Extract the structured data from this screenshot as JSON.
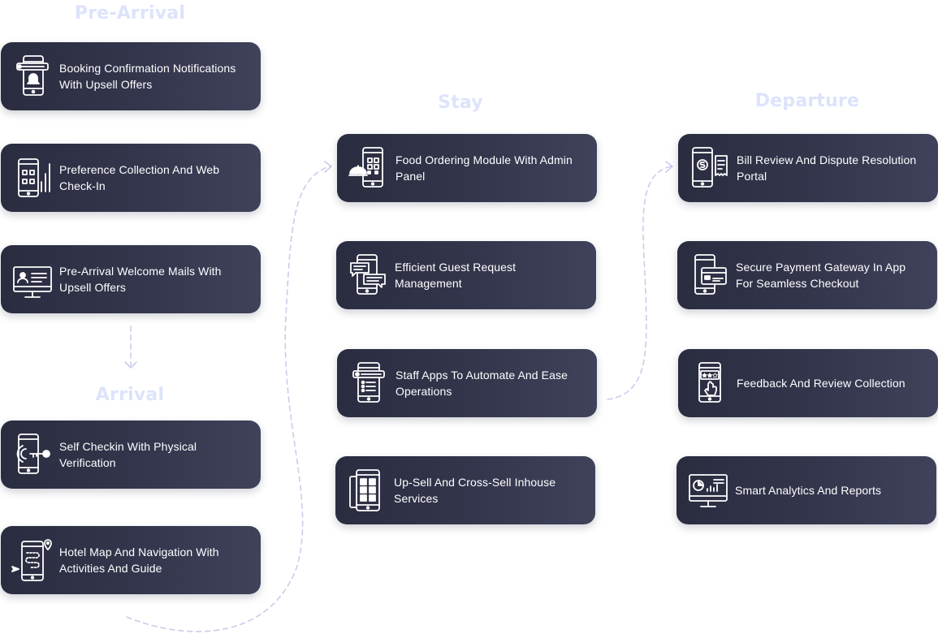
{
  "columns": [
    {
      "heading": "Pre-Arrival",
      "cards": [
        {
          "label": "Booking Confirmation Notifications With Upsell Offers",
          "icon": "phone-notification-icon"
        },
        {
          "label": "Preference Collection And Web Check-In",
          "icon": "phone-preferences-icon"
        },
        {
          "label": "Pre-Arrival Welcome Mails With Upsell Offers",
          "icon": "desktop-user-icon"
        }
      ]
    },
    {
      "heading": "Arrival",
      "cards": [
        {
          "label": "Self Checkin With Physical Verification",
          "icon": "phone-nfc-key-icon"
        },
        {
          "label": "Hotel Map And Navigation With Activities And Guide",
          "icon": "phone-map-pin-icon"
        }
      ]
    },
    {
      "heading": "Stay",
      "cards": [
        {
          "label": "Food Ordering Module With Admin Panel",
          "icon": "phone-qr-food-icon"
        },
        {
          "label": "Efficient Guest Request Management",
          "icon": "phone-chat-icon"
        },
        {
          "label": "Staff Apps To Automate And Ease Operations",
          "icon": "phone-list-icon"
        },
        {
          "label": "Up-Sell And Cross-Sell Inhouse Services",
          "icon": "phone-grid-icon"
        }
      ]
    },
    {
      "heading": "Departure",
      "cards": [
        {
          "label": "Bill Review And Dispute Resolution Portal",
          "icon": "phone-bill-icon"
        },
        {
          "label": "Secure Payment Gateway In App For Seamless Checkout",
          "icon": "phone-card-icon"
        },
        {
          "label": "Feedback And Review Collection",
          "icon": "phone-rating-icon"
        },
        {
          "label": "Smart Analytics And Reports",
          "icon": "monitor-chart-icon"
        }
      ]
    }
  ],
  "colors": {
    "heading": "#dde3fb",
    "card": "#2e3046",
    "card_text": "#ffffff",
    "connector": "#c9cdea"
  }
}
